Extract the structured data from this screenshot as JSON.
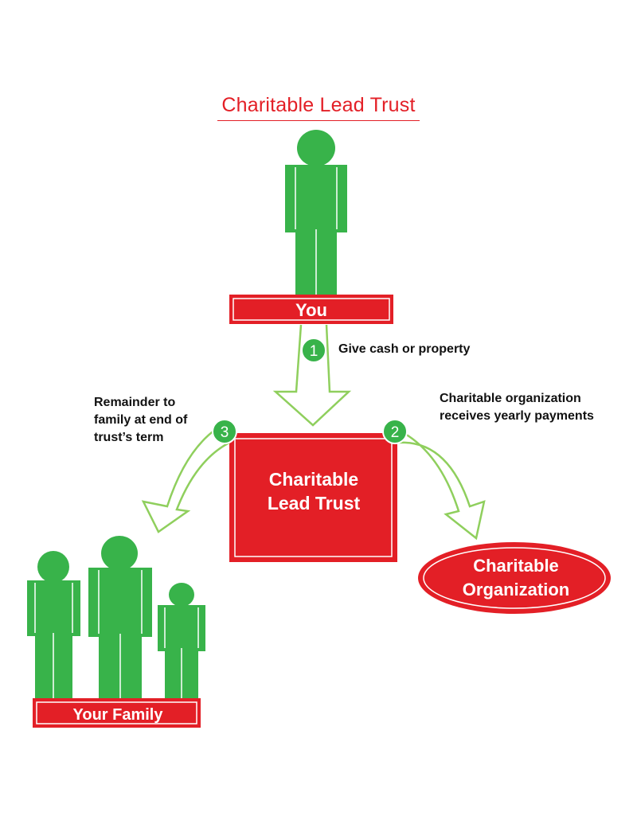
{
  "title": "Charitable Lead Trust",
  "nodes": {
    "you": "You",
    "trust_line1": "Charitable",
    "trust_line2": "Lead Trust",
    "family": "Your Family",
    "org_line1": "Charitable",
    "org_line2": "Organization"
  },
  "steps": [
    {
      "number": "1",
      "text": "Give cash or property"
    },
    {
      "number": "2",
      "text": "Charitable organization receives yearly payments"
    },
    {
      "number": "3",
      "text": "Remainder to family at end of trust’s term"
    }
  ],
  "colors": {
    "red": "#e31f26",
    "green": "#38b34a",
    "arrow_green": "#8fcf5d"
  }
}
